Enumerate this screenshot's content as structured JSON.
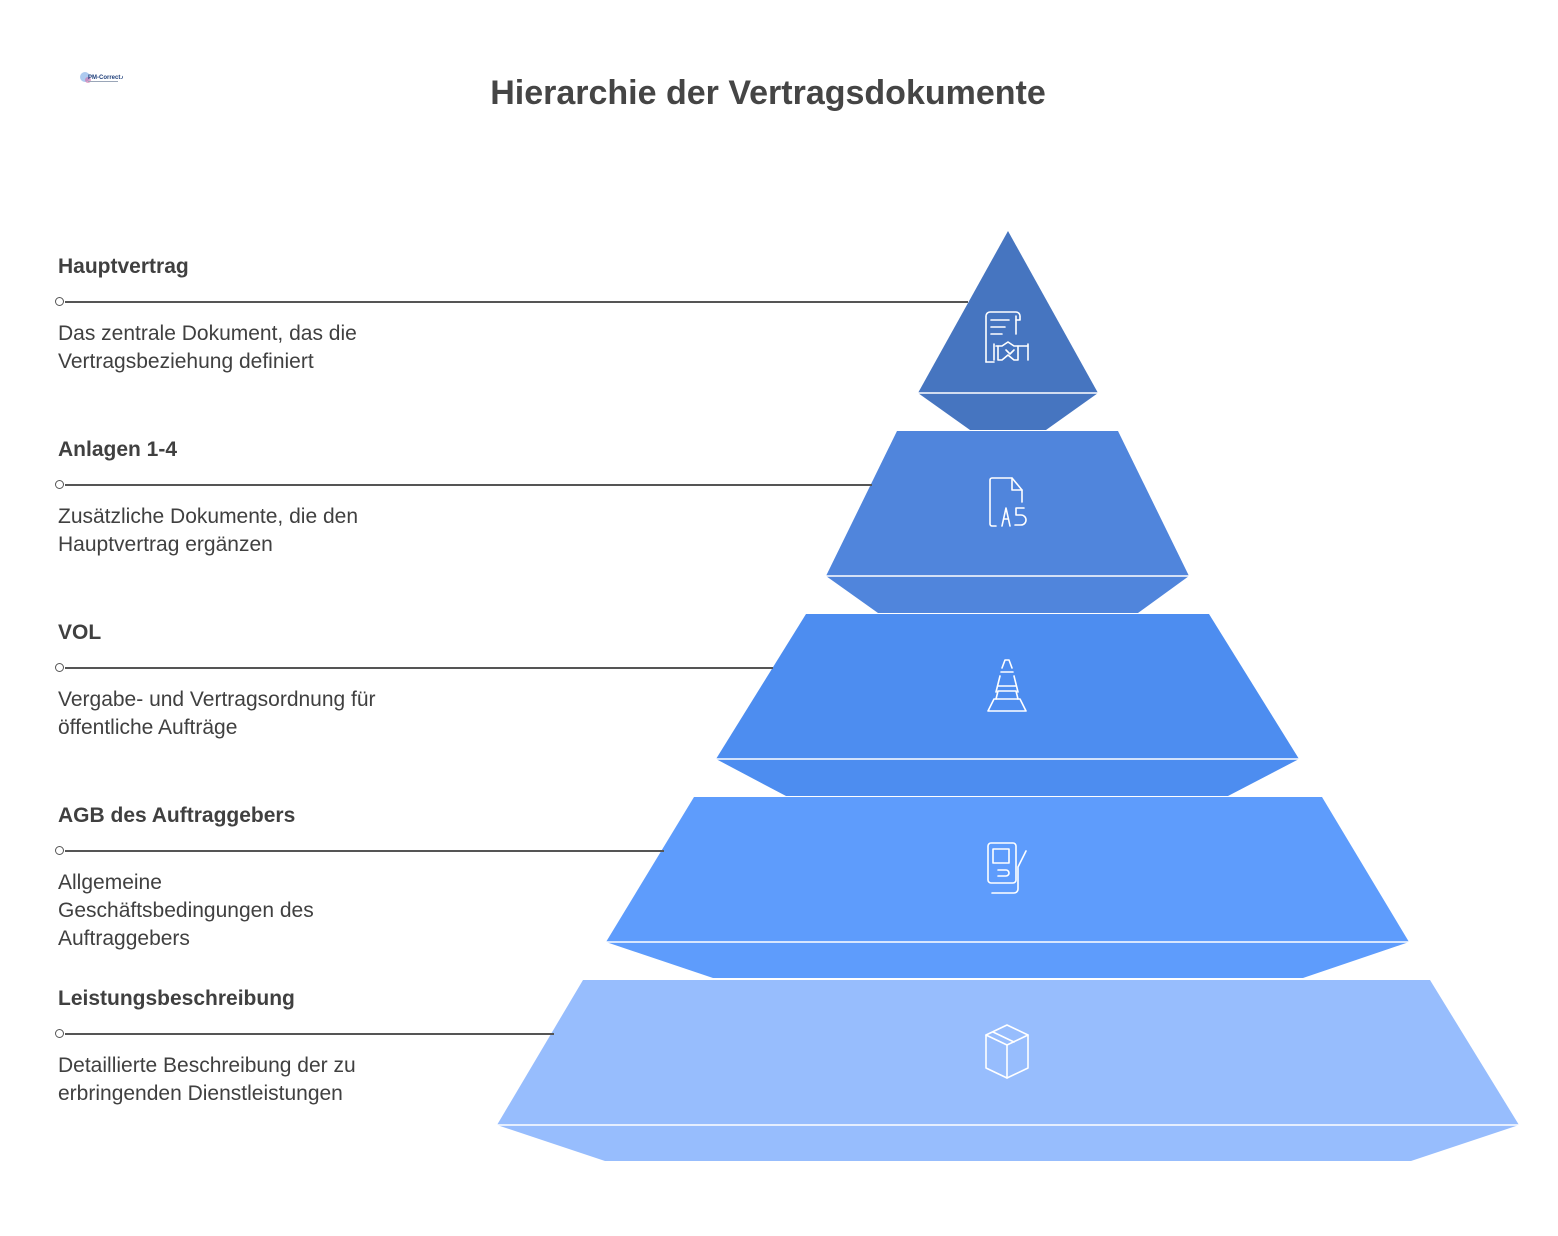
{
  "header": {
    "title": "Hierarchie der Vertragsdokumente",
    "logo_text": "PM-Correct.com"
  },
  "colors": {
    "level_1": "#4675c0",
    "level_2": "#5085dc",
    "level_3": "#4d8df0",
    "level_4": "#5e9cfc",
    "level_5": "#97bdfd",
    "text": "#404040",
    "line": "#555555"
  },
  "levels": [
    {
      "name": "Hauptvertrag",
      "description": "Das zentrale Dokument, das die Vertragsbeziehung definiert",
      "icon": "contract-handshake-icon"
    },
    {
      "name": "Anlagen 1-4",
      "description": "Zusätzliche Dokumente, die den Hauptvertrag ergänzen",
      "icon": "a5-document-icon"
    },
    {
      "name": "VOL",
      "description": "Vergabe- und Vertragsordnung für öffentliche Aufträge",
      "icon": "traffic-cone-icon"
    },
    {
      "name": "AGB des Auftraggebers",
      "description": "Allgemeine Geschäftsbedingungen des Auftraggebers",
      "icon": "tablet-pen-icon"
    },
    {
      "name": "Leistungsbeschreibung",
      "description": "Detaillierte Beschreibung der zu erbringenden Dienstleistungen",
      "icon": "box-icon"
    }
  ]
}
